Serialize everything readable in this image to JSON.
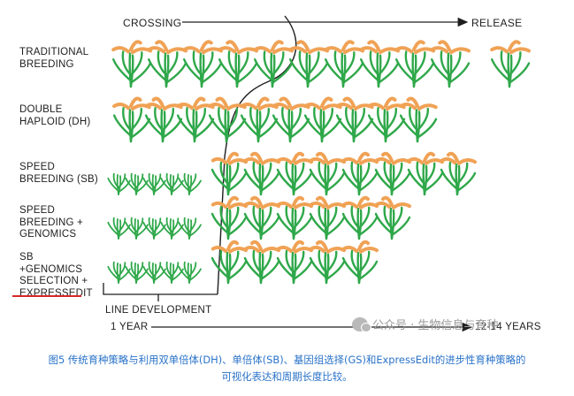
{
  "diagram": {
    "top_left_label": "CROSSING",
    "top_right_label": "RELEASE",
    "rows": [
      {
        "label": "TRADITIONAL\nBREEDING"
      },
      {
        "label": "DOUBLE\nHAPLOID (DH)"
      },
      {
        "label": "SPEED\nBREEDING (SB)"
      },
      {
        "label": "SPEED\nBREEDING +\nGENOMICS"
      },
      {
        "label": "SB\n+GENOMICS\nSELECTION +\nEXPRESSEDIT"
      }
    ],
    "line_development_label": "LINE DEVELOPMENT",
    "timeline_start_label": "1 YEAR",
    "timeline_end_label": "12-14 YEARS",
    "colors": {
      "leaf": "#2fa84a",
      "grain": "#f0a255",
      "line": "#1e1e1e",
      "highlight": "#d62828"
    }
  },
  "watermark": "公众号 · 生物信息与育种",
  "caption": {
    "line1": "图5 传统育种策略与利用双单倍体(DH)、单倍体(SB)、基因组选择(GS)和ExpressEdit的进步性育种策略的",
    "line2": "可视化表达和周期长度比较。"
  }
}
